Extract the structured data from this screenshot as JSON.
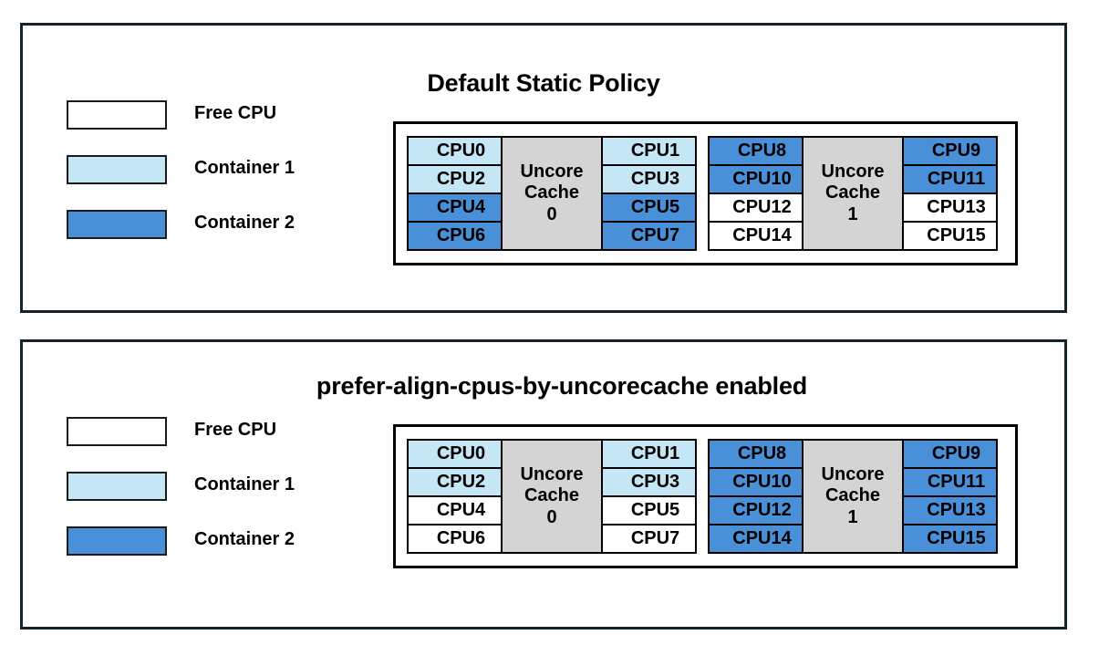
{
  "colors": {
    "free": "#ffffff",
    "container1": "#c5e7f5",
    "container2": "#4a90d9",
    "cache": "#d4d4d4",
    "frame": "#12232e",
    "border": "#000000"
  },
  "panels": [
    {
      "id": "default",
      "title": "Default Static Policy",
      "legend": [
        {
          "label": "Free CPU",
          "state": "free"
        },
        {
          "label": "Container 1",
          "state": "c1"
        },
        {
          "label": "Container 2",
          "state": "c2"
        }
      ],
      "sockets": [
        {
          "cache_label_line1": "Uncore",
          "cache_label_line2": "Cache",
          "cache_label_line3": "0",
          "left_column": [
            {
              "label": "CPU0",
              "state": "c1"
            },
            {
              "label": "CPU2",
              "state": "c1"
            },
            {
              "label": "CPU4",
              "state": "c2"
            },
            {
              "label": "CPU6",
              "state": "c2"
            }
          ],
          "right_column": [
            {
              "label": "CPU1",
              "state": "c1"
            },
            {
              "label": "CPU3",
              "state": "c1"
            },
            {
              "label": "CPU5",
              "state": "c2"
            },
            {
              "label": "CPU7",
              "state": "c2"
            }
          ]
        },
        {
          "cache_label_line1": "Uncore",
          "cache_label_line2": "Cache",
          "cache_label_line3": "1",
          "left_column": [
            {
              "label": "CPU8",
              "state": "c2"
            },
            {
              "label": "CPU10",
              "state": "c2"
            },
            {
              "label": "CPU12",
              "state": "free"
            },
            {
              "label": "CPU14",
              "state": "free"
            }
          ],
          "right_column": [
            {
              "label": "CPU9",
              "state": "c2"
            },
            {
              "label": "CPU11",
              "state": "c2"
            },
            {
              "label": "CPU13",
              "state": "free"
            },
            {
              "label": "CPU15",
              "state": "free"
            }
          ]
        }
      ]
    },
    {
      "id": "prefer",
      "title": "prefer-align-cpus-by-uncorecache enabled",
      "legend": [
        {
          "label": "Free CPU",
          "state": "free"
        },
        {
          "label": "Container 1",
          "state": "c1"
        },
        {
          "label": "Container 2",
          "state": "c2"
        }
      ],
      "sockets": [
        {
          "cache_label_line1": "Uncore",
          "cache_label_line2": "Cache",
          "cache_label_line3": "0",
          "left_column": [
            {
              "label": "CPU0",
              "state": "c1"
            },
            {
              "label": "CPU2",
              "state": "c1"
            },
            {
              "label": "CPU4",
              "state": "free"
            },
            {
              "label": "CPU6",
              "state": "free"
            }
          ],
          "right_column": [
            {
              "label": "CPU1",
              "state": "c1"
            },
            {
              "label": "CPU3",
              "state": "c1"
            },
            {
              "label": "CPU5",
              "state": "free"
            },
            {
              "label": "CPU7",
              "state": "free"
            }
          ]
        },
        {
          "cache_label_line1": "Uncore",
          "cache_label_line2": "Cache",
          "cache_label_line3": "1",
          "left_column": [
            {
              "label": "CPU8",
              "state": "c2"
            },
            {
              "label": "CPU10",
              "state": "c2"
            },
            {
              "label": "CPU12",
              "state": "c2"
            },
            {
              "label": "CPU14",
              "state": "c2"
            }
          ],
          "right_column": [
            {
              "label": "CPU9",
              "state": "c2"
            },
            {
              "label": "CPU11",
              "state": "c2"
            },
            {
              "label": "CPU13",
              "state": "c2"
            },
            {
              "label": "CPU15",
              "state": "c2"
            }
          ]
        }
      ]
    }
  ]
}
